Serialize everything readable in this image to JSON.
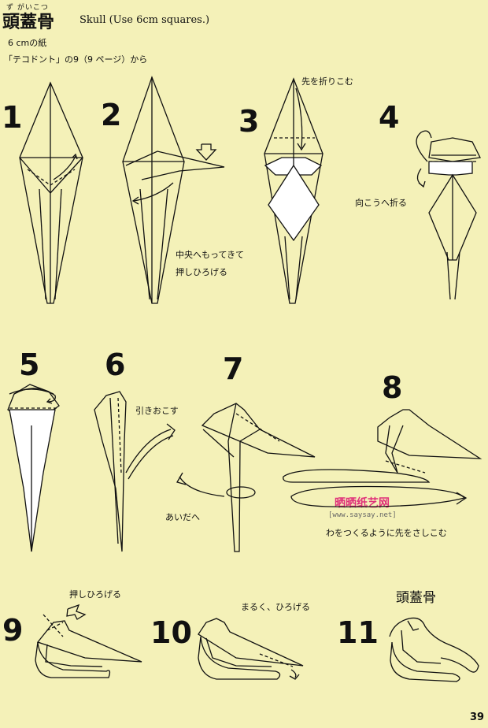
{
  "header": {
    "ruby": "ず がいこつ",
    "title_ja": "頭蓋骨",
    "title_en": "Skull (Use 6cm squares.)",
    "paper": "6 cmの紙",
    "from": "「テコドント」の9（9 ページ）から"
  },
  "steps": [
    {
      "num": "1"
    },
    {
      "num": "2"
    },
    {
      "num": "3"
    },
    {
      "num": "4"
    },
    {
      "num": "5"
    },
    {
      "num": "6"
    },
    {
      "num": "7"
    },
    {
      "num": "8"
    },
    {
      "num": "9"
    },
    {
      "num": "10"
    },
    {
      "num": "11"
    }
  ],
  "notes": {
    "s3": "先を折りこむ",
    "s4": "向こうへ折る",
    "s2_line1": "中央へもってきて",
    "s2_line2": "押しひろげる",
    "s6": "引きおこす",
    "s7": "あいだへ",
    "s8": "わをつくるように先をさしこむ",
    "s9": "押しひろげる",
    "s10": "まるく、ひろげる",
    "s11": "頭蓋骨"
  },
  "watermark": {
    "main": "晒晒纸艺网",
    "url": "[www.saysay.net]"
  },
  "page_number": "39"
}
